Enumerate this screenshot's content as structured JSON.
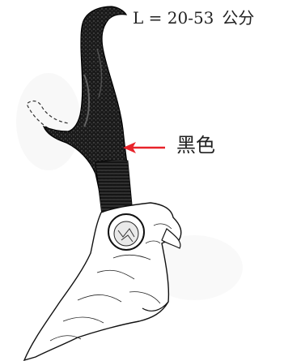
{
  "caption": {
    "length_text": "L = 20-53",
    "length_unit": "公分",
    "color_note": "黑色"
  },
  "colors": {
    "arrow": "#e8232a",
    "ink": "#222222",
    "horn": "#111111"
  },
  "figure": {
    "subject": "horn-on-skull-illustration"
  }
}
